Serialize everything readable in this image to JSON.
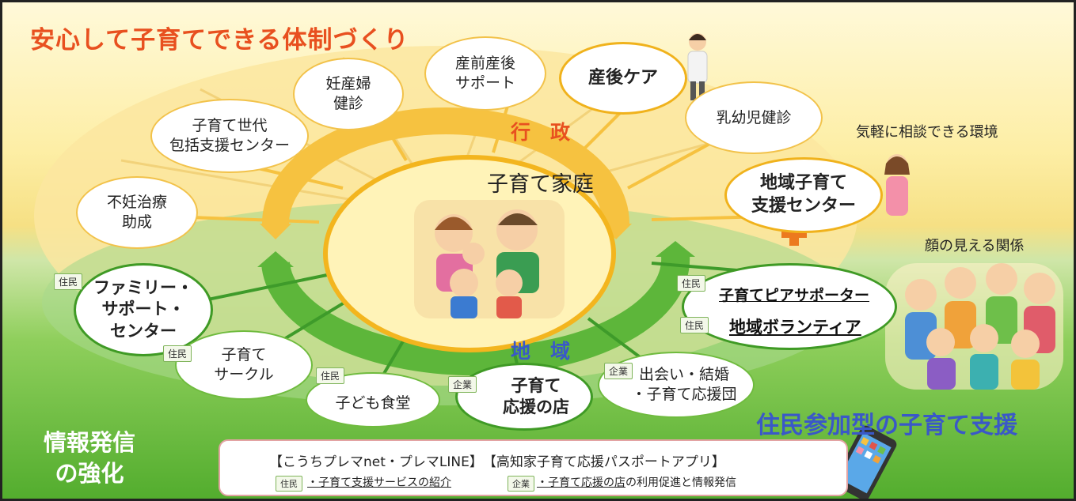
{
  "title": "安心して子育てできる体制づくり",
  "center": {
    "label": "子育て家庭"
  },
  "ring_labels": {
    "gyosei": "行　政",
    "chiiki": "地　域"
  },
  "gyosei_items": [
    {
      "label": "不妊治療\n助成"
    },
    {
      "label": "子育て世代\n包括支援センター"
    },
    {
      "label": "妊産婦\n健診"
    },
    {
      "label": "産前産後\nサポート"
    },
    {
      "label": "産後ケア"
    },
    {
      "label": "乳幼児健診"
    },
    {
      "label": "地域子育て\n支援センター"
    }
  ],
  "chiiki_items": [
    {
      "tag": "住民",
      "label": "ファミリー・\nサポート・\nセンター"
    },
    {
      "tag": "住民",
      "label": "子育て\nサークル"
    },
    {
      "tag": "住民",
      "label": "子ども食堂"
    },
    {
      "tag": "企業",
      "label": "子育て\n応援の店"
    },
    {
      "tag": "企業",
      "label": "出会い・結婚\n・子育て応援団"
    }
  ],
  "volunteer_items": [
    {
      "tag": "住民",
      "label": "子育てピアサポーター"
    },
    {
      "tag": "住民",
      "label": "地域ボランティア"
    }
  ],
  "side_labels": {
    "consult": "気軽に相談できる環境",
    "faces": "顔の見える関係",
    "participation": "住民参加型の子育て支援"
  },
  "info": {
    "heading": "情報発信\nの強化",
    "apps": "【こうちプレマnet・プレマLINE】　【高知家子育て応援パスポートアプリ】",
    "tag1": "住民",
    "desc1": "・子育て支援サービスの紹介",
    "tag2": "企業",
    "desc2a": "・子育て応援の店",
    "desc2b": "の利用促進と情報発信"
  },
  "colors": {
    "orange_title": "#e8501f",
    "blue_label": "#3a58c8",
    "gyosei_ring": "#f6c240",
    "chiiki_ring": "#5db63a",
    "plus": "#ec7a1e"
  }
}
